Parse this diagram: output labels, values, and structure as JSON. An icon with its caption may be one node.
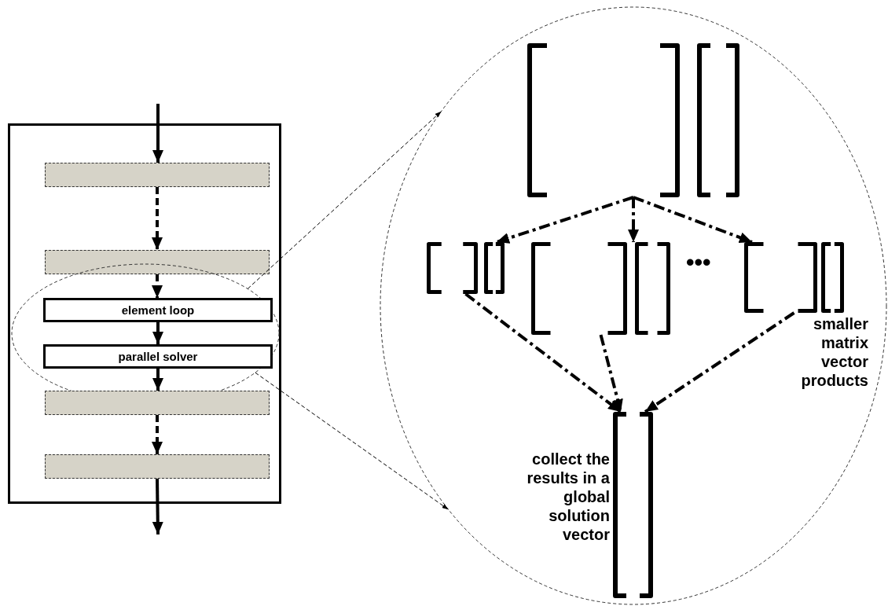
{
  "diagram": {
    "nodes": [
      {
        "text": [],
        "shape": "box"
      },
      {
        "text": [],
        "shape": "bar",
        "in": 0
      },
      {
        "text": [],
        "shape": "bar",
        "in": 0
      },
      {
        "text": [],
        "shape": "ellipse",
        "in": 0
      },
      {
        "text": [
          "element loop"
        ],
        "in": 3
      },
      {
        "text": [
          "parallel solver"
        ],
        "in": 3
      },
      {
        "text": [],
        "shape": "bar",
        "in": 0
      },
      {
        "text": [],
        "shape": "bar",
        "in": 0
      },
      {
        "text": [],
        "shape": "ellipse"
      },
      {
        "text": [],
        "shape": "picture",
        "in": 8
      },
      {
        "text": [],
        "shape": "picture",
        "in": 8
      },
      {
        "text": [],
        "shape": "picture",
        "in": 8
      },
      {
        "text": [],
        "shape": "picture",
        "in": 8
      },
      {
        "text": [],
        "shape": "picture",
        "in": 8,
        "beside": [
          "collect the results in a global solution vector"
        ]
      }
    ],
    "edges": [
      {
        "from": null,
        "to": 1,
        "arrow": "to"
      },
      {
        "from": 1,
        "to": 2,
        "arrow": "to",
        "style": "dashed"
      },
      {
        "from": 2,
        "to": 4,
        "arrow": "to",
        "style": "dashed"
      },
      {
        "from": 4,
        "to": 5,
        "arrow": "to"
      },
      {
        "from": 5,
        "to": 6,
        "arrow": "to"
      },
      {
        "from": 6,
        "to": 7,
        "arrow": "to",
        "style": "dashed"
      },
      {
        "from": 7,
        "to": null,
        "arrow": "to"
      },
      {
        "from": 3,
        "to": 8,
        "arrow": "to",
        "style": "dashed"
      },
      {
        "from": 3,
        "to": 8,
        "arrow": "to",
        "style": "dashed"
      },
      {
        "from": 9,
        "to": 10,
        "arrow": "to",
        "style": "dashed"
      },
      {
        "from": 9,
        "to": 11,
        "arrow": "to",
        "style": "dashed"
      },
      {
        "from": 9,
        "to": 12,
        "arrow": "to",
        "style": "dashed"
      },
      {
        "from": 10,
        "to": 13,
        "arrow": "to",
        "style": "dashed"
      },
      {
        "from": 11,
        "to": 13,
        "arrow": "to",
        "style": "dashed"
      },
      {
        "from": 12,
        "to": 13,
        "arrow": "to",
        "style": "dashed"
      }
    ],
    "labels": [
      "•••",
      "smaller matrix vector products"
    ]
  }
}
